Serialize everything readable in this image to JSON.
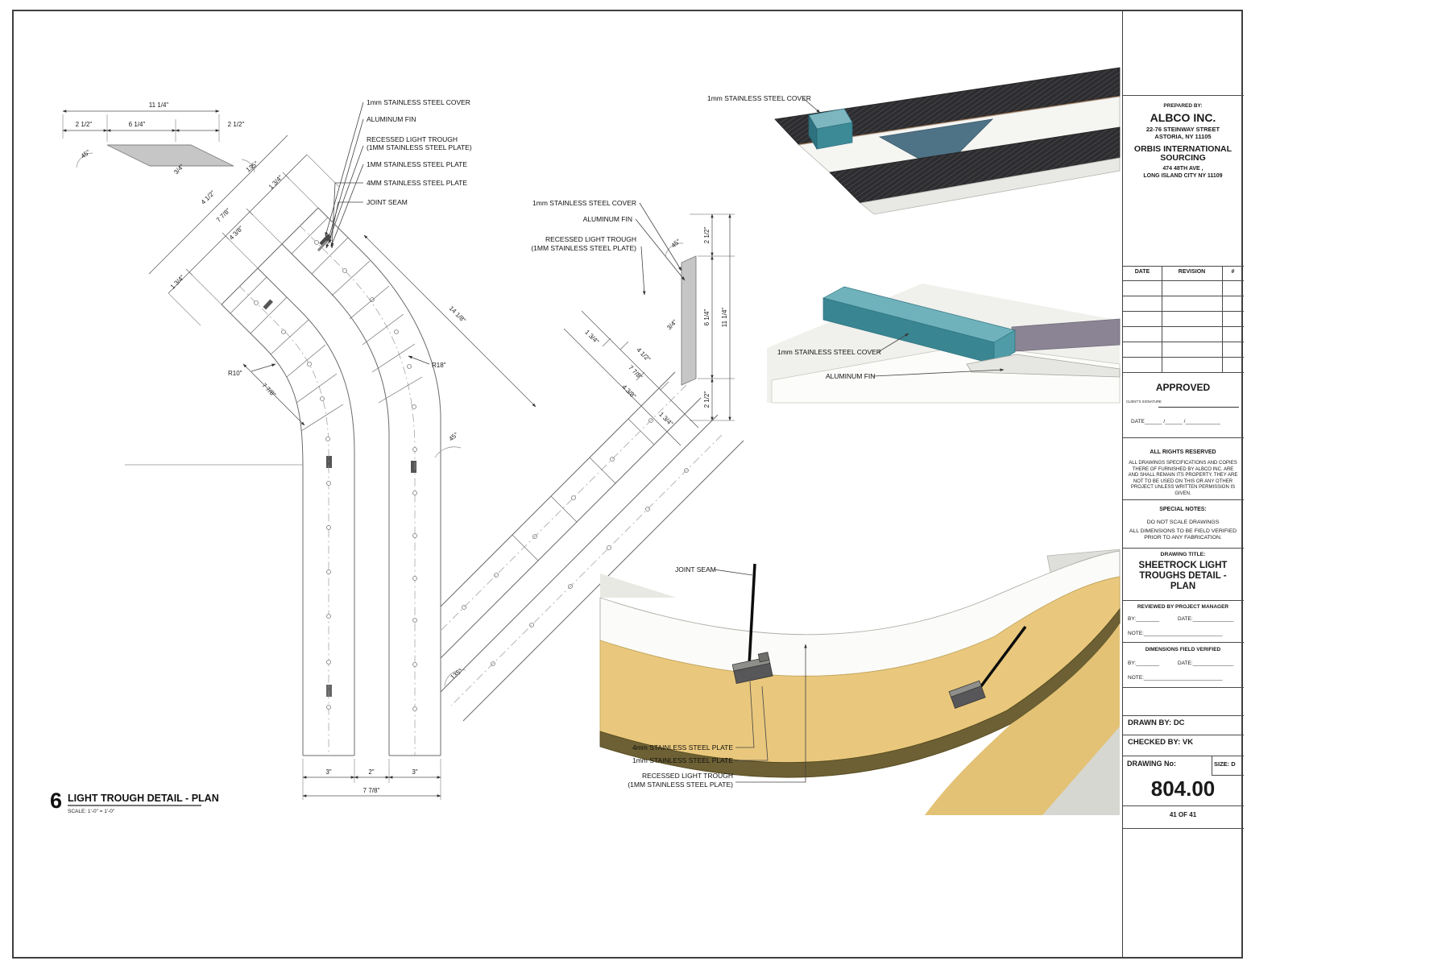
{
  "titleblock": {
    "prepared_by": "PREPARED BY:",
    "company_name": "ALBCO INC.",
    "company_address1": "22-76 STEINWAY STREET",
    "company_address2": "ASTORIA, NY 11105",
    "client_name": "ORBIS INTERNATIONAL SOURCING",
    "client_address1": "474 48TH AVE ,",
    "client_address2": "LONG ISLAND CITY NY 11109",
    "revision_table": {
      "col_date": "DATE",
      "col_revision": "REVISION",
      "col_number": "#"
    },
    "approved": "APPROVED",
    "client_signature_label": "CLIENT'S SIGNATURE",
    "approval_date_line": "DATE______ /______ /____________",
    "rights": "ALL RIGHTS RESERVED",
    "legal": "ALL DRAWINGS SPECIFICATIONS AND COPIES THERE OF FURNISHED BY ALBCO INC. ARE AND SHALL REMAIN ITS PROPERTY. THEY ARE NOT TO BE USED ON THIS OR ANY OTHER PROJECT UNLESS WRITTEN PERMISSION IS GIVEN.",
    "special_notes_label": "SPECIAL NOTES:",
    "special_note1": "DO NOT SCALE DRAWINGS",
    "special_note2": "ALL DIMENSIONS TO BE FIELD VERIFIED PRIOR  TO ANY FABRICATION.",
    "drawing_title_label": "DRAWING TITLE:",
    "drawing_title": "SHEETROCK LIGHT TROUGHS DETAIL - PLAN",
    "reviewed_by_label": "REVIEWED BY PROJECT MANAGER",
    "by_line": "BY:________",
    "date_line": "DATE:______________",
    "note_line": "NOTE:___________________________",
    "dims_verified_label": "DIMENSIONS FIELD VERIFIED",
    "drawn_by": "DRAWN BY: DC",
    "checked_by": "CHECKED BY: VK",
    "drawing_no_label": "DRAWING No:",
    "size_label": "SIZE: D",
    "drawing_no": "804.00",
    "page": "41 OF 41"
  },
  "view": {
    "number": "6",
    "title": "LIGHT TROUGH DETAIL - PLAN",
    "scale": "SCALE: 1'-0\" = 1'-0\""
  },
  "labels": {
    "cover_lc": "1mm STAINLESS STEEL COVER",
    "fin": "ALUMINUM FIN",
    "recessed1": "RECESSED LIGHT TROUGH",
    "recessed2": "(1MM STAINLESS STEEL PLATE)",
    "plate1_uc": "1MM STAINLESS STEEL PLATE",
    "plate4_uc": "4MM STAINLESS STEEL PLATE",
    "plate1_lc": "1mm STAINLESS STEEL PLATE",
    "plate4_lc": "4mm STAINLESS STEEL PLATE",
    "joint_seam": "JOINT SEAM"
  },
  "dims": {
    "d_11_14": "11 1/4\"",
    "d_2_12": "2 1/2\"",
    "d_6_14": "6 1/4\"",
    "d_34": "3/4\"",
    "d_4_12": "4 1/2\"",
    "d_7_78": "7 7/8\"",
    "d_4_38": "4 3/8\"",
    "d_1_34": "1 3/4\"",
    "d_14_18": "14 1/8\"",
    "d_3": "3\"",
    "d_2": "2\"",
    "r10": "R10\"",
    "r18": "R18\"",
    "a45": "45°",
    "a135": "135°"
  }
}
